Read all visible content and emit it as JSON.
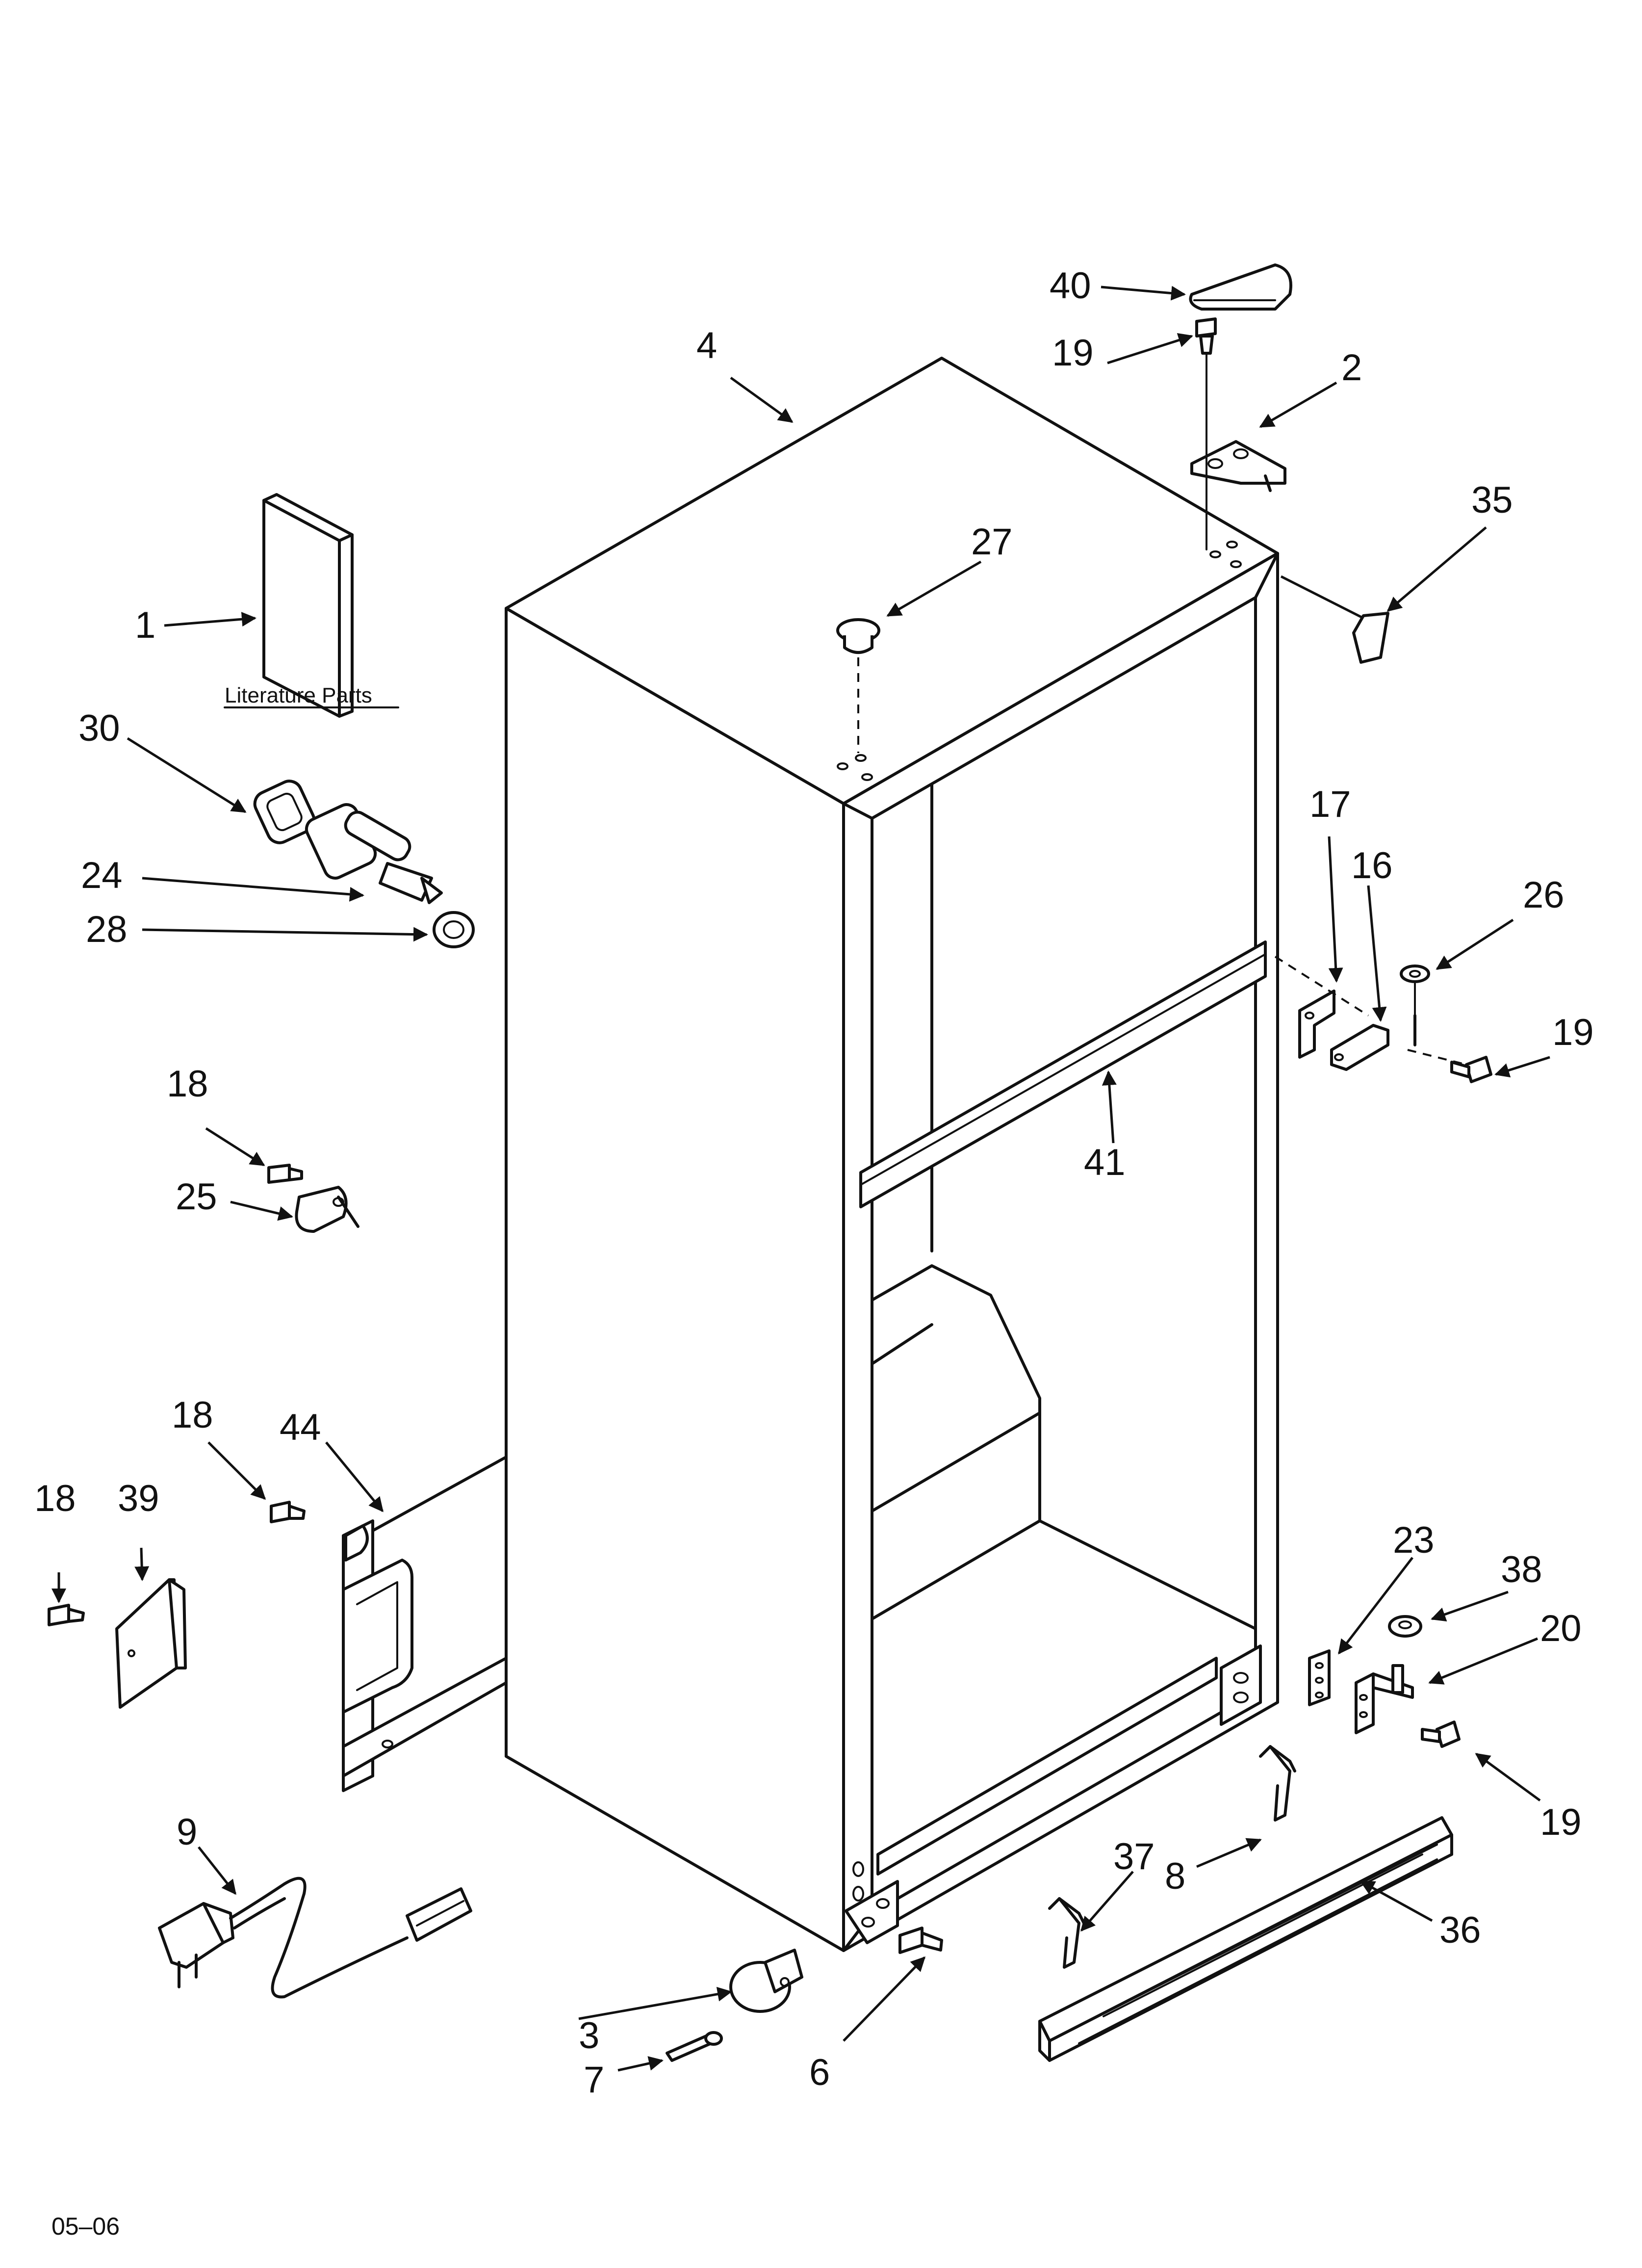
{
  "diagram": {
    "callouts": {
      "c1": "1",
      "c2": "2",
      "c3": "3",
      "c4": "4",
      "c6": "6",
      "c7": "7",
      "c8": "8",
      "c9": "9",
      "c16": "16",
      "c17": "17",
      "c18a": "18",
      "c18b": "18",
      "c18c": "18",
      "c19a": "19",
      "c19b": "19",
      "c19c": "19",
      "c20": "20",
      "c23": "23",
      "c24": "24",
      "c25": "25",
      "c26": "26",
      "c27": "27",
      "c28": "28",
      "c30": "30",
      "c35": "35",
      "c36": "36",
      "c37": "37",
      "c38": "38",
      "c39": "39",
      "c40": "40",
      "c41": "41",
      "c44": "44"
    },
    "literature_caption": "Literature Parts",
    "footer_code": "05–06"
  }
}
